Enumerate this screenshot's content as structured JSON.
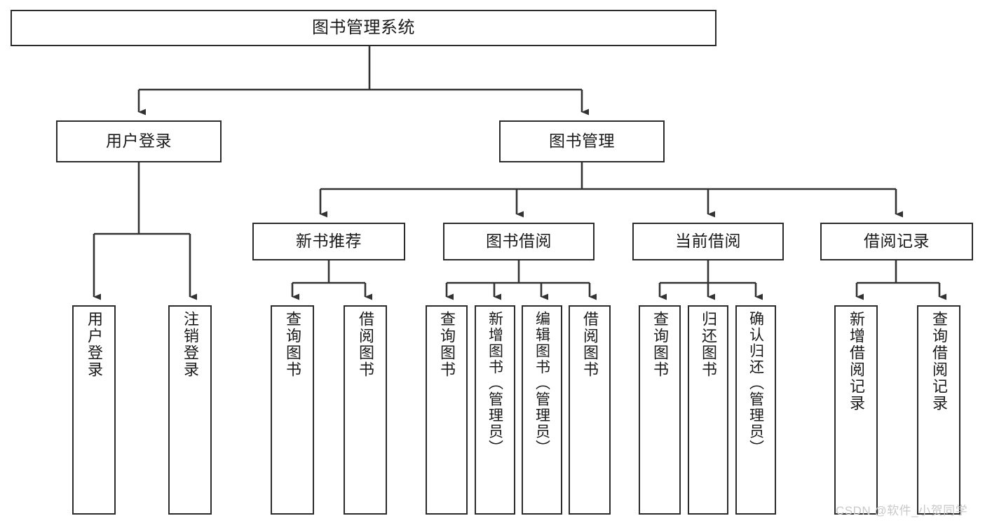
{
  "diagram": {
    "title": "图书管理系统",
    "type": "tree",
    "orientation": "top-down",
    "colors": {
      "box_stroke": "#2b2b2b",
      "box_fill": "#ffffff",
      "edge": "#333333",
      "text": "#1a1a1a",
      "watermark": "#c9c9c9",
      "background": "#ffffff"
    },
    "watermark": "CSDN @软件_小贺同学",
    "nodes": {
      "root": {
        "id": "root",
        "label": "图书管理系统",
        "level": 1,
        "orientation": "horizontal"
      },
      "user_login": {
        "id": "user_login",
        "label": "用户登录",
        "level": 2,
        "orientation": "horizontal"
      },
      "book_manage": {
        "id": "book_manage",
        "label": "图书管理",
        "level": 2,
        "orientation": "horizontal"
      },
      "new_book_rec": {
        "id": "new_book_rec",
        "label": "新书推荐",
        "level": 3,
        "orientation": "horizontal"
      },
      "book_borrow": {
        "id": "book_borrow",
        "label": "图书借阅",
        "level": 3,
        "orientation": "horizontal"
      },
      "current_borrow": {
        "id": "current_borrow",
        "label": "当前借阅",
        "level": 3,
        "orientation": "horizontal"
      },
      "borrow_record": {
        "id": "borrow_record",
        "label": "借阅记录",
        "level": 3,
        "orientation": "horizontal"
      },
      "leaf_user_login": {
        "id": "leaf_user_login",
        "label": "用户登录",
        "level": 3,
        "orientation": "vertical"
      },
      "leaf_logout": {
        "id": "leaf_logout",
        "label": "注销登录",
        "level": 3,
        "orientation": "vertical"
      },
      "leaf_query_book_1": {
        "id": "leaf_query_book_1",
        "label": "查询图书",
        "level": 4,
        "orientation": "vertical"
      },
      "leaf_borrow_book_1": {
        "id": "leaf_borrow_book_1",
        "label": "借阅图书",
        "level": 4,
        "orientation": "vertical"
      },
      "leaf_query_book_2": {
        "id": "leaf_query_book_2",
        "label": "查询图书",
        "level": 4,
        "orientation": "vertical"
      },
      "leaf_add_book": {
        "id": "leaf_add_book",
        "label": "新增图书（管理员）",
        "level": 4,
        "orientation": "vertical"
      },
      "leaf_edit_book": {
        "id": "leaf_edit_book",
        "label": "编辑图书（管理员）",
        "level": 4,
        "orientation": "vertical"
      },
      "leaf_borrow_book_2": {
        "id": "leaf_borrow_book_2",
        "label": "借阅图书",
        "level": 4,
        "orientation": "vertical"
      },
      "leaf_query_book_3": {
        "id": "leaf_query_book_3",
        "label": "查询图书",
        "level": 4,
        "orientation": "vertical"
      },
      "leaf_return_book": {
        "id": "leaf_return_book",
        "label": "归还图书",
        "level": 4,
        "orientation": "vertical"
      },
      "leaf_confirm_return": {
        "id": "leaf_confirm_return",
        "label": "确认归还（管理员）",
        "level": 4,
        "orientation": "vertical"
      },
      "leaf_add_record": {
        "id": "leaf_add_record",
        "label": "新增借阅记录",
        "level": 4,
        "orientation": "vertical"
      },
      "leaf_query_record": {
        "id": "leaf_query_record",
        "label": "查询借阅记录",
        "level": 4,
        "orientation": "vertical"
      }
    },
    "edges": [
      {
        "from": "root",
        "to": "user_login"
      },
      {
        "from": "root",
        "to": "book_manage"
      },
      {
        "from": "user_login",
        "to": "leaf_user_login"
      },
      {
        "from": "user_login",
        "to": "leaf_logout"
      },
      {
        "from": "book_manage",
        "to": "new_book_rec"
      },
      {
        "from": "book_manage",
        "to": "book_borrow"
      },
      {
        "from": "book_manage",
        "to": "current_borrow"
      },
      {
        "from": "book_manage",
        "to": "borrow_record"
      },
      {
        "from": "new_book_rec",
        "to": "leaf_query_book_1"
      },
      {
        "from": "new_book_rec",
        "to": "leaf_borrow_book_1"
      },
      {
        "from": "book_borrow",
        "to": "leaf_query_book_2"
      },
      {
        "from": "book_borrow",
        "to": "leaf_add_book"
      },
      {
        "from": "book_borrow",
        "to": "leaf_edit_book"
      },
      {
        "from": "book_borrow",
        "to": "leaf_borrow_book_2"
      },
      {
        "from": "current_borrow",
        "to": "leaf_query_book_3"
      },
      {
        "from": "current_borrow",
        "to": "leaf_return_book"
      },
      {
        "from": "current_borrow",
        "to": "leaf_confirm_return"
      },
      {
        "from": "borrow_record",
        "to": "leaf_add_record"
      },
      {
        "from": "borrow_record",
        "to": "leaf_query_record"
      }
    ]
  }
}
